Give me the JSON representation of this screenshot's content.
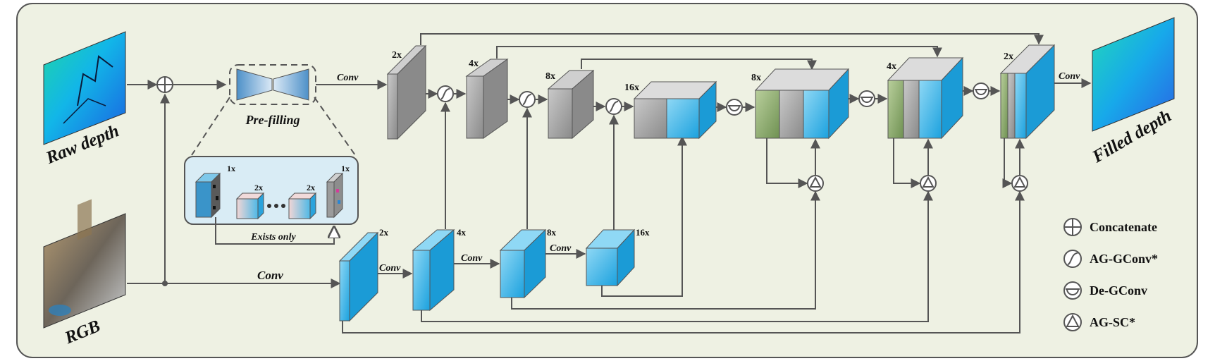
{
  "inputs": {
    "raw_depth": "Raw depth",
    "rgb": "RGB"
  },
  "output": {
    "filled_depth": "Filled depth"
  },
  "prefilling": {
    "title": "Pre-filling",
    "inner_scales": [
      "1x",
      "2x",
      "2x",
      "1x"
    ],
    "note": "Exists only"
  },
  "conv_labels": {
    "after_prefill": "Conv",
    "rgb_main": "Conv",
    "rgb_enc_1": "Conv",
    "rgb_enc_2": "Conv",
    "rgb_enc_3": "Conv",
    "output": "Conv"
  },
  "depth_encoder_scales": [
    "2x",
    "4x",
    "8x",
    "16x"
  ],
  "rgb_encoder_scales": [
    "2x",
    "4x",
    "8x",
    "16x"
  ],
  "decoder_scales": [
    "8x",
    "4x",
    "2x"
  ],
  "legend": [
    {
      "symbol": "concatenate-icon",
      "label": "Concatenate"
    },
    {
      "symbol": "ag-gconv-icon",
      "label": "AG-GConv*"
    },
    {
      "symbol": "de-gconv-icon",
      "label": "De-GConv"
    },
    {
      "symbol": "ag-sc-icon",
      "label": "AG-SC*"
    }
  ],
  "colors": {
    "panel_bg": "#eef1e3",
    "gray_block": "#9c9c9c",
    "blue_block": "#3cb5e6",
    "green_block": "#8fae6b",
    "line": "#555555"
  }
}
